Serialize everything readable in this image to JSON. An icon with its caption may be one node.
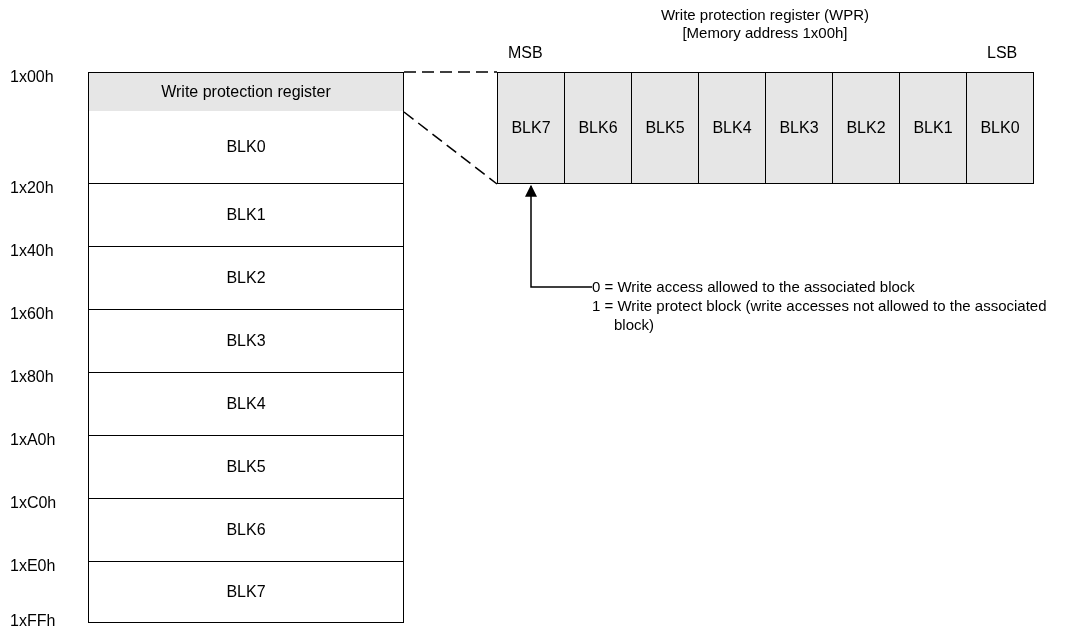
{
  "diagram": {
    "nodes": [
      {
        "text": [
          "Write protection register"
        ]
      },
      {
        "text": [
          "BLK0"
        ]
      },
      {
        "text": [
          "BLK1"
        ]
      },
      {
        "text": [
          "BLK2"
        ]
      },
      {
        "text": [
          "BLK3"
        ]
      },
      {
        "text": [
          "BLK4"
        ]
      },
      {
        "text": [
          "BLK5"
        ]
      },
      {
        "text": [
          "BLK6"
        ]
      },
      {
        "text": [
          "BLK7"
        ]
      },
      {
        "text": [
          "Write protection register (WPR) [Memory address 1x00h]"
        ]
      },
      {
        "text": [
          "BLK7"
        ],
        "in": 9
      },
      {
        "text": [
          "BLK6"
        ],
        "in": 9
      },
      {
        "text": [
          "BLK5"
        ],
        "in": 9
      },
      {
        "text": [
          "BLK4"
        ],
        "in": 9
      },
      {
        "text": [
          "BLK3"
        ],
        "in": 9
      },
      {
        "text": [
          "BLK2"
        ],
        "in": 9
      },
      {
        "text": [
          "BLK1"
        ],
        "in": 9
      },
      {
        "text": [
          "BLK0"
        ],
        "in": 9
      },
      {
        "text": [
          "0 = Write access allowed to the associated block",
          "1 = Write protect block (write accesses not allowed to the associated block)"
        ]
      }
    ],
    "edges": [
      {
        "from": 0,
        "to": 9,
        "arrow": "none",
        "style": "dashed"
      },
      {
        "from": 0,
        "to": 9,
        "arrow": "none",
        "style": "dashed"
      },
      {
        "from": 18,
        "to": 10,
        "arrow": "to"
      }
    ],
    "labels": [
      "MSB",
      "LSB",
      "1x00h",
      "1x20h",
      "1x40h",
      "1x60h",
      "1x80h",
      "1xA0h",
      "1xC0h",
      "1xE0h",
      "1xFFh"
    ]
  }
}
